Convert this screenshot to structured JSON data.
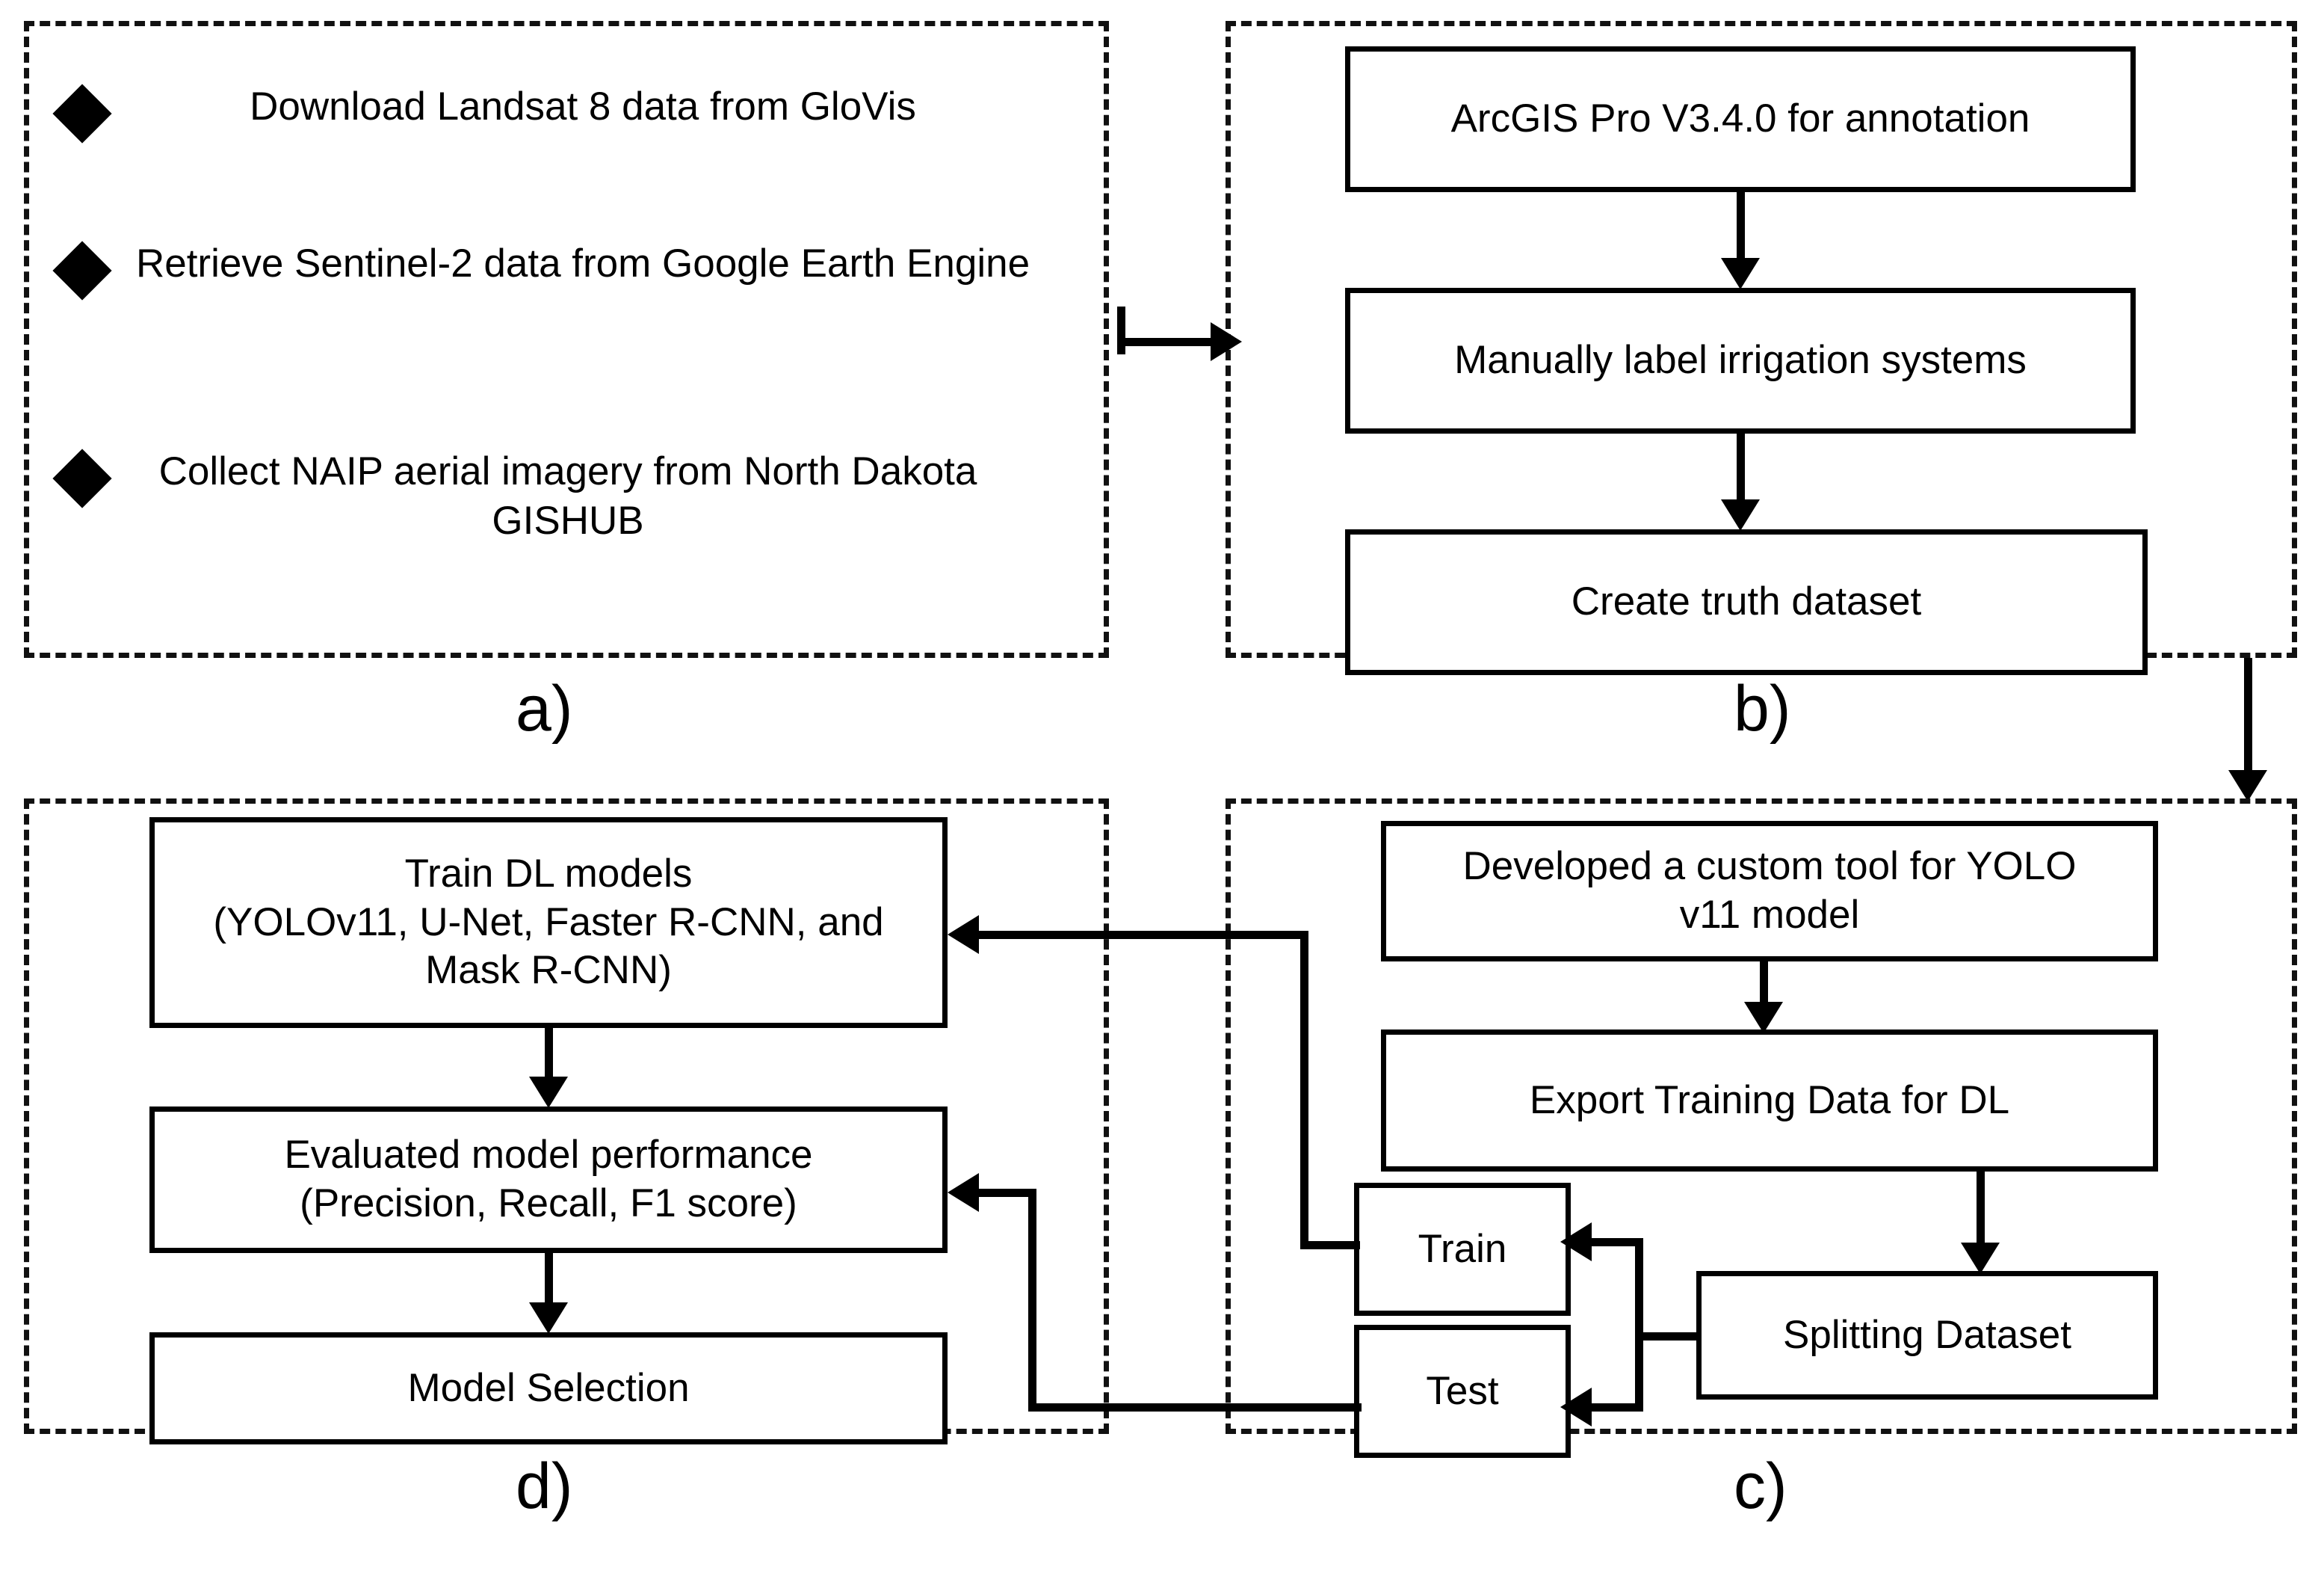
{
  "figure": {
    "title": "Deep learning irrigation system mapping workflow",
    "background_color": "#ffffff",
    "line_color": "#000000"
  },
  "panels": {
    "a": {
      "label": "a)",
      "bullet_icon": "diamond-bullet-icon",
      "items": [
        {
          "text": "Download Landsat 8 data from GloVis"
        },
        {
          "text": "Retrieve Sentinel-2  data from Google Earth Engine"
        },
        {
          "text": "Collect NAIP aerial imagery from North Dakota GISHUB"
        }
      ]
    },
    "b": {
      "label": "b)",
      "nodes": [
        {
          "text": "ArcGIS Pro V3.4.0 for annotation"
        },
        {
          "text": "Manually label irrigation systems"
        },
        {
          "text": "Create truth dataset"
        }
      ]
    },
    "c": {
      "label": "c)",
      "nodes": [
        {
          "text": "Developed a custom  tool for YOLO v11 model"
        },
        {
          "text": "Export Training Data for DL"
        },
        {
          "text": "Splitting Dataset"
        },
        {
          "text": "Train"
        },
        {
          "text": "Test"
        }
      ]
    },
    "d": {
      "label": "d)",
      "nodes": [
        {
          "text": "Train DL models (YOLOv11, U-Net, Faster R-CNN, and Mask R-CNN)"
        },
        {
          "text": "Evaluated model performance (Precision, Recall, F1 score)"
        },
        {
          "text": "Model Selection"
        }
      ]
    }
  },
  "node_lines": {
    "d_train_models": [
      "Train DL models",
      "(YOLOv11, U-Net, Faster R-CNN, and",
      "Mask R-CNN)"
    ],
    "d_evaluate": [
      "Evaluated model performance",
      "(Precision, Recall, F1 score)"
    ],
    "d_select": [
      "Model Selection"
    ],
    "c_custom_tool": [
      "Developed a custom  tool for YOLO",
      "v11 model"
    ],
    "c_export": [
      "Export Training Data for DL"
    ],
    "c_split": [
      "Splitting Dataset"
    ],
    "c_train": [
      "Train"
    ],
    "c_test": [
      "Test"
    ],
    "b_arcgis": [
      "ArcGIS Pro V3.4.0 for annotation"
    ],
    "b_label": [
      "Manually label irrigation systems"
    ],
    "b_truth": [
      "Create truth dataset"
    ],
    "a_item1": [
      "Download Landsat 8 data from GloVis"
    ],
    "a_item2": [
      "Retrieve Sentinel-2  data from Google Earth",
      "Engine"
    ],
    "a_item3": [
      "Collect NAIP aerial imagery from",
      "North Dakota GISHUB"
    ]
  }
}
